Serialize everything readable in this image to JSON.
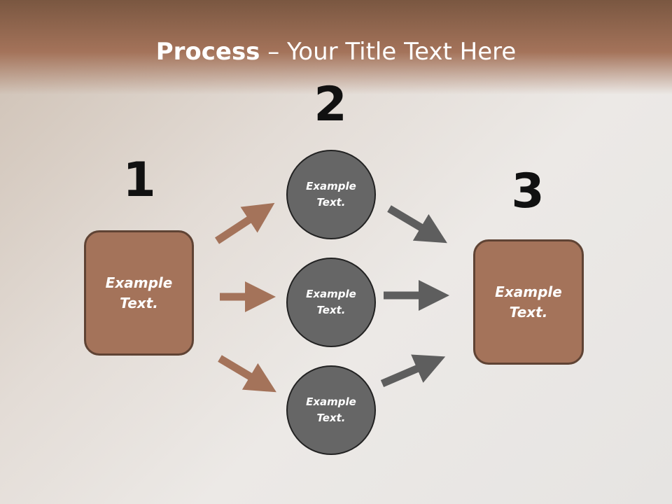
{
  "slide": {
    "title_bold": "Process",
    "title_rest": " – Your Title Text Here"
  },
  "steps": {
    "step1": {
      "number": "1",
      "text": "Example\nText."
    },
    "step2": {
      "number": "2",
      "circles": [
        "Example\nText.",
        "Example\nText.",
        "Example\nText."
      ]
    },
    "step3": {
      "number": "3",
      "text": "Example\nText."
    }
  },
  "colors": {
    "accent_brown": "#a4735a",
    "box_border": "#5f4334",
    "circle_gray": "#666666",
    "arrow_brown": "#a4735a",
    "arrow_gray": "#5e5e5e"
  }
}
